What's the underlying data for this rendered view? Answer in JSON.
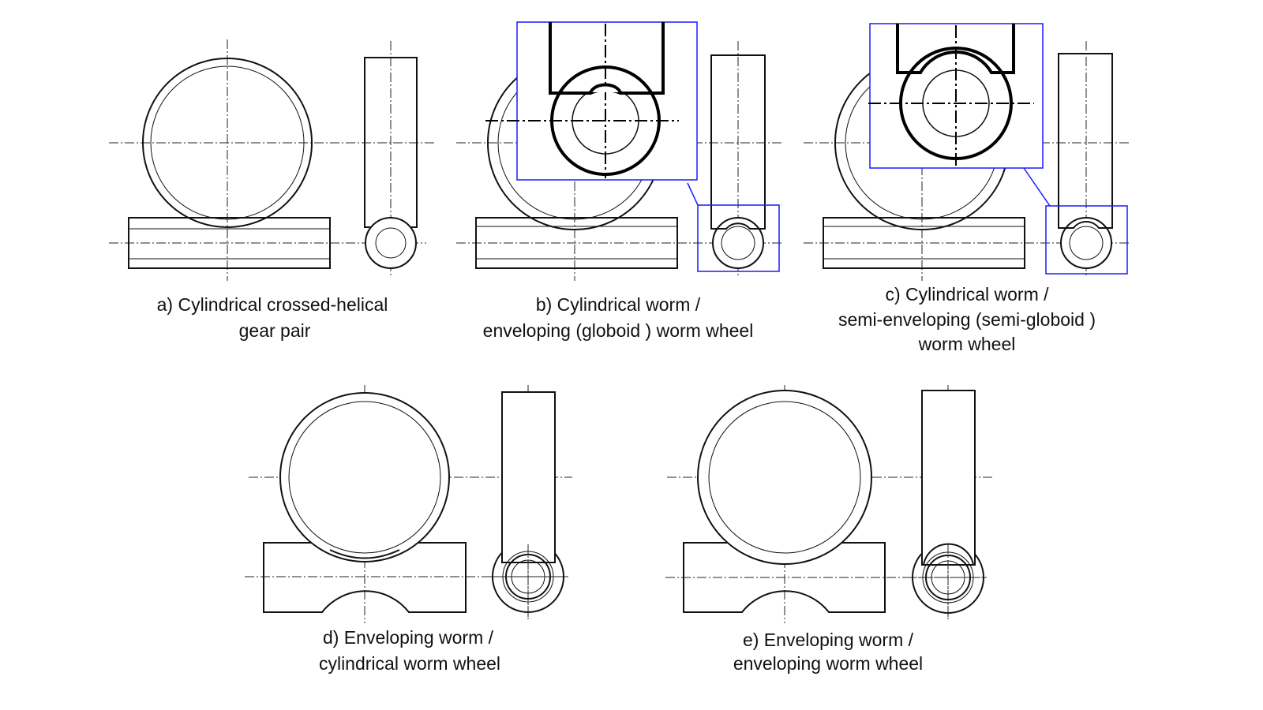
{
  "panels": [
    {
      "id": "a",
      "caption": [
        "a) Cylindrical crossed-helical",
        "gear pair"
      ]
    },
    {
      "id": "b",
      "caption": [
        "b) Cylindrical worm /",
        "enveloping  (globoid ) worm wheel"
      ]
    },
    {
      "id": "c",
      "caption": [
        "c) Cylindrical worm /",
        "semi-enveloping  (semi-globoid )",
        "worm wheel"
      ]
    },
    {
      "id": "d",
      "caption": [
        "d) Enveloping worm  /",
        "cylindrical   worm wheel"
      ]
    },
    {
      "id": "e",
      "caption": [
        "e) Enveloping worm  /",
        "enveloping   worm wheel"
      ]
    }
  ],
  "colors": {
    "line": "#111111",
    "highlight": "#1a1aff"
  }
}
